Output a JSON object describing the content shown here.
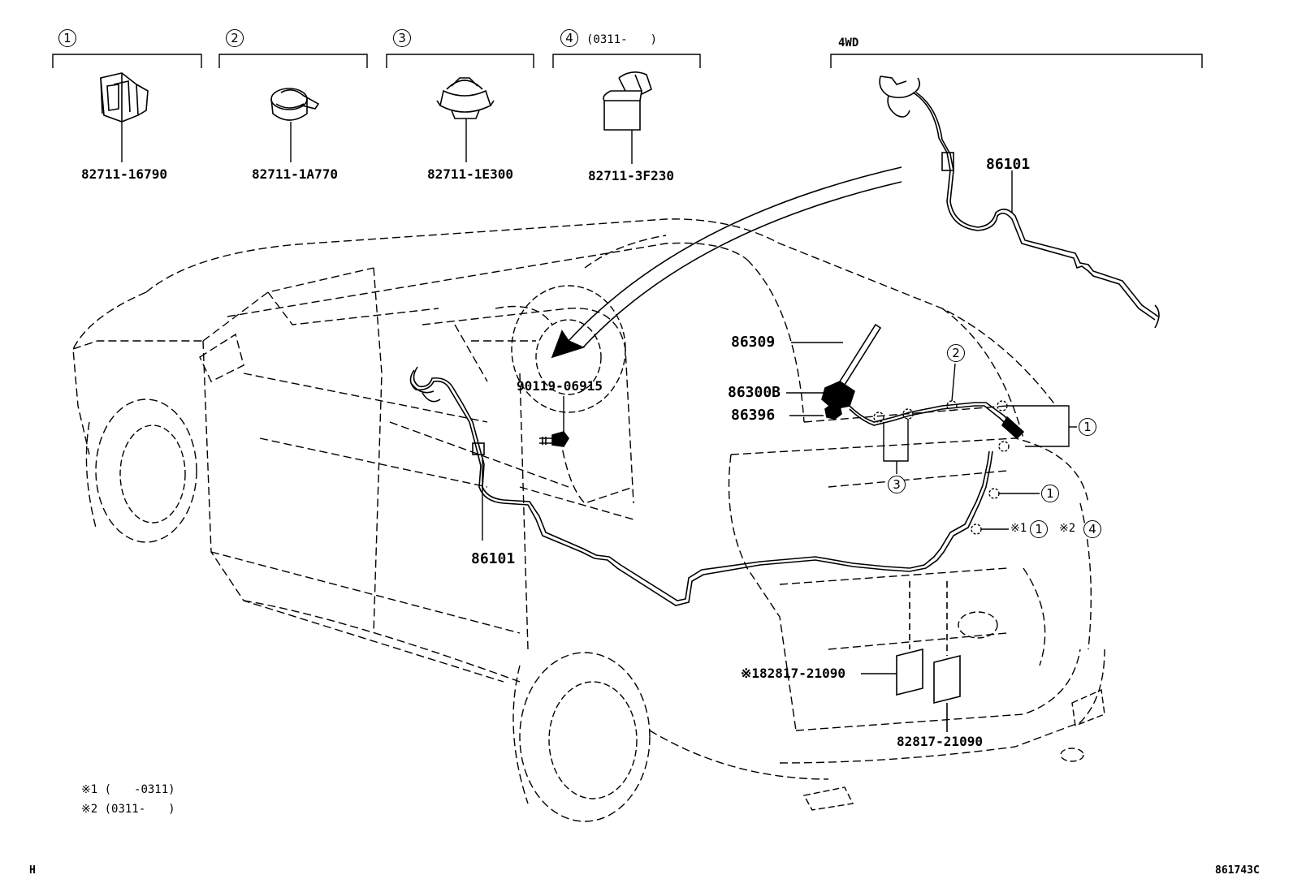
{
  "top_parts": [
    {
      "num": "1",
      "part": "82711-16790",
      "note": ""
    },
    {
      "num": "2",
      "part": "82711-1A770",
      "note": ""
    },
    {
      "num": "3",
      "part": "82711-1E300",
      "note": ""
    },
    {
      "num": "4",
      "part": "82711-3F230",
      "note": "(0311-　　)"
    }
  ],
  "wd_label": "4WD",
  "callouts": {
    "wire_4wd": "86101",
    "antenna_rod": "86309",
    "antenna_base": "86300B",
    "nut": "86396",
    "screw": "90119-06915",
    "wire_main": "86101",
    "pad_left": "※182817-21090",
    "pad_right": "82817-21090"
  },
  "clamp_marks": {
    "c2": "2",
    "c1_group": "1",
    "c3_group": "3",
    "c1_single": "1",
    "mark_x1": "※1",
    "mark_x1_num": "1",
    "mark_x2": "※2",
    "mark_x2_num": "4"
  },
  "notes": {
    "line1": "※1 (　　-0311)",
    "line2": "※2 (0311-　　)"
  },
  "corner_left": "H",
  "corner_right": "861743C"
}
